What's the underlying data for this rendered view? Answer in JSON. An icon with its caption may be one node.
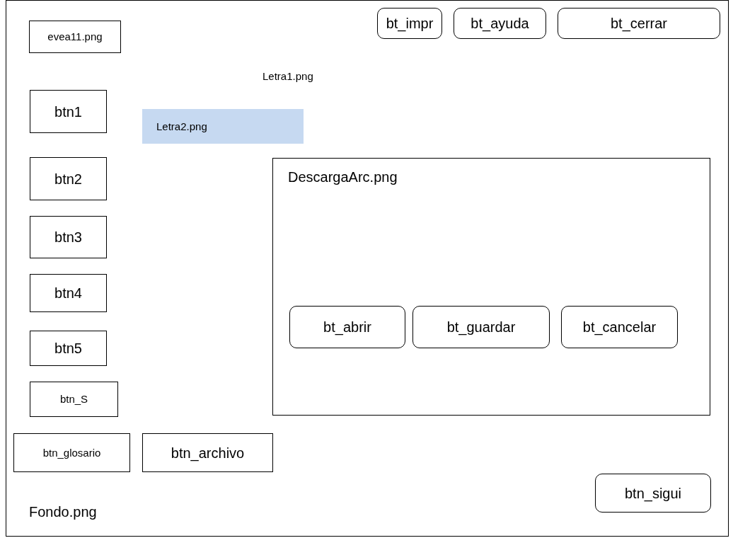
{
  "diagram": {
    "nodes": [
      {
        "text": [
          "Fondo.png"
        ]
      },
      {
        "text": [
          "evea11.png"
        ],
        "in": 0
      },
      {
        "text": [
          "bt_impr"
        ],
        "in": 0
      },
      {
        "text": [
          "bt_ayuda"
        ],
        "in": 0
      },
      {
        "text": [
          "bt_cerrar"
        ],
        "in": 0
      },
      {
        "text": [
          "btn1"
        ],
        "in": 0
      },
      {
        "text": [
          "Letra2.png"
        ],
        "in": 0
      },
      {
        "text": [
          "DescargaArc.png"
        ],
        "in": 0
      },
      {
        "text": [
          "bt_abrir"
        ],
        "in": 7
      },
      {
        "text": [
          "bt_guardar"
        ],
        "in": 7
      },
      {
        "text": [
          "bt_cancelar"
        ],
        "in": 7
      },
      {
        "text": [
          "btn2"
        ],
        "in": 0
      },
      {
        "text": [
          "btn3"
        ],
        "in": 0
      },
      {
        "text": [
          "btn4"
        ],
        "in": 0
      },
      {
        "text": [
          "btn5"
        ],
        "in": 0
      },
      {
        "text": [
          "btn_S"
        ],
        "in": 0
      },
      {
        "text": [
          "btn_glosario"
        ],
        "in": 0
      },
      {
        "text": [
          "btn_archivo"
        ],
        "in": 0
      },
      {
        "text": [
          "btn_sigui"
        ],
        "in": 0
      }
    ],
    "edges": [],
    "labels": [
      "Letra1.png"
    ]
  }
}
